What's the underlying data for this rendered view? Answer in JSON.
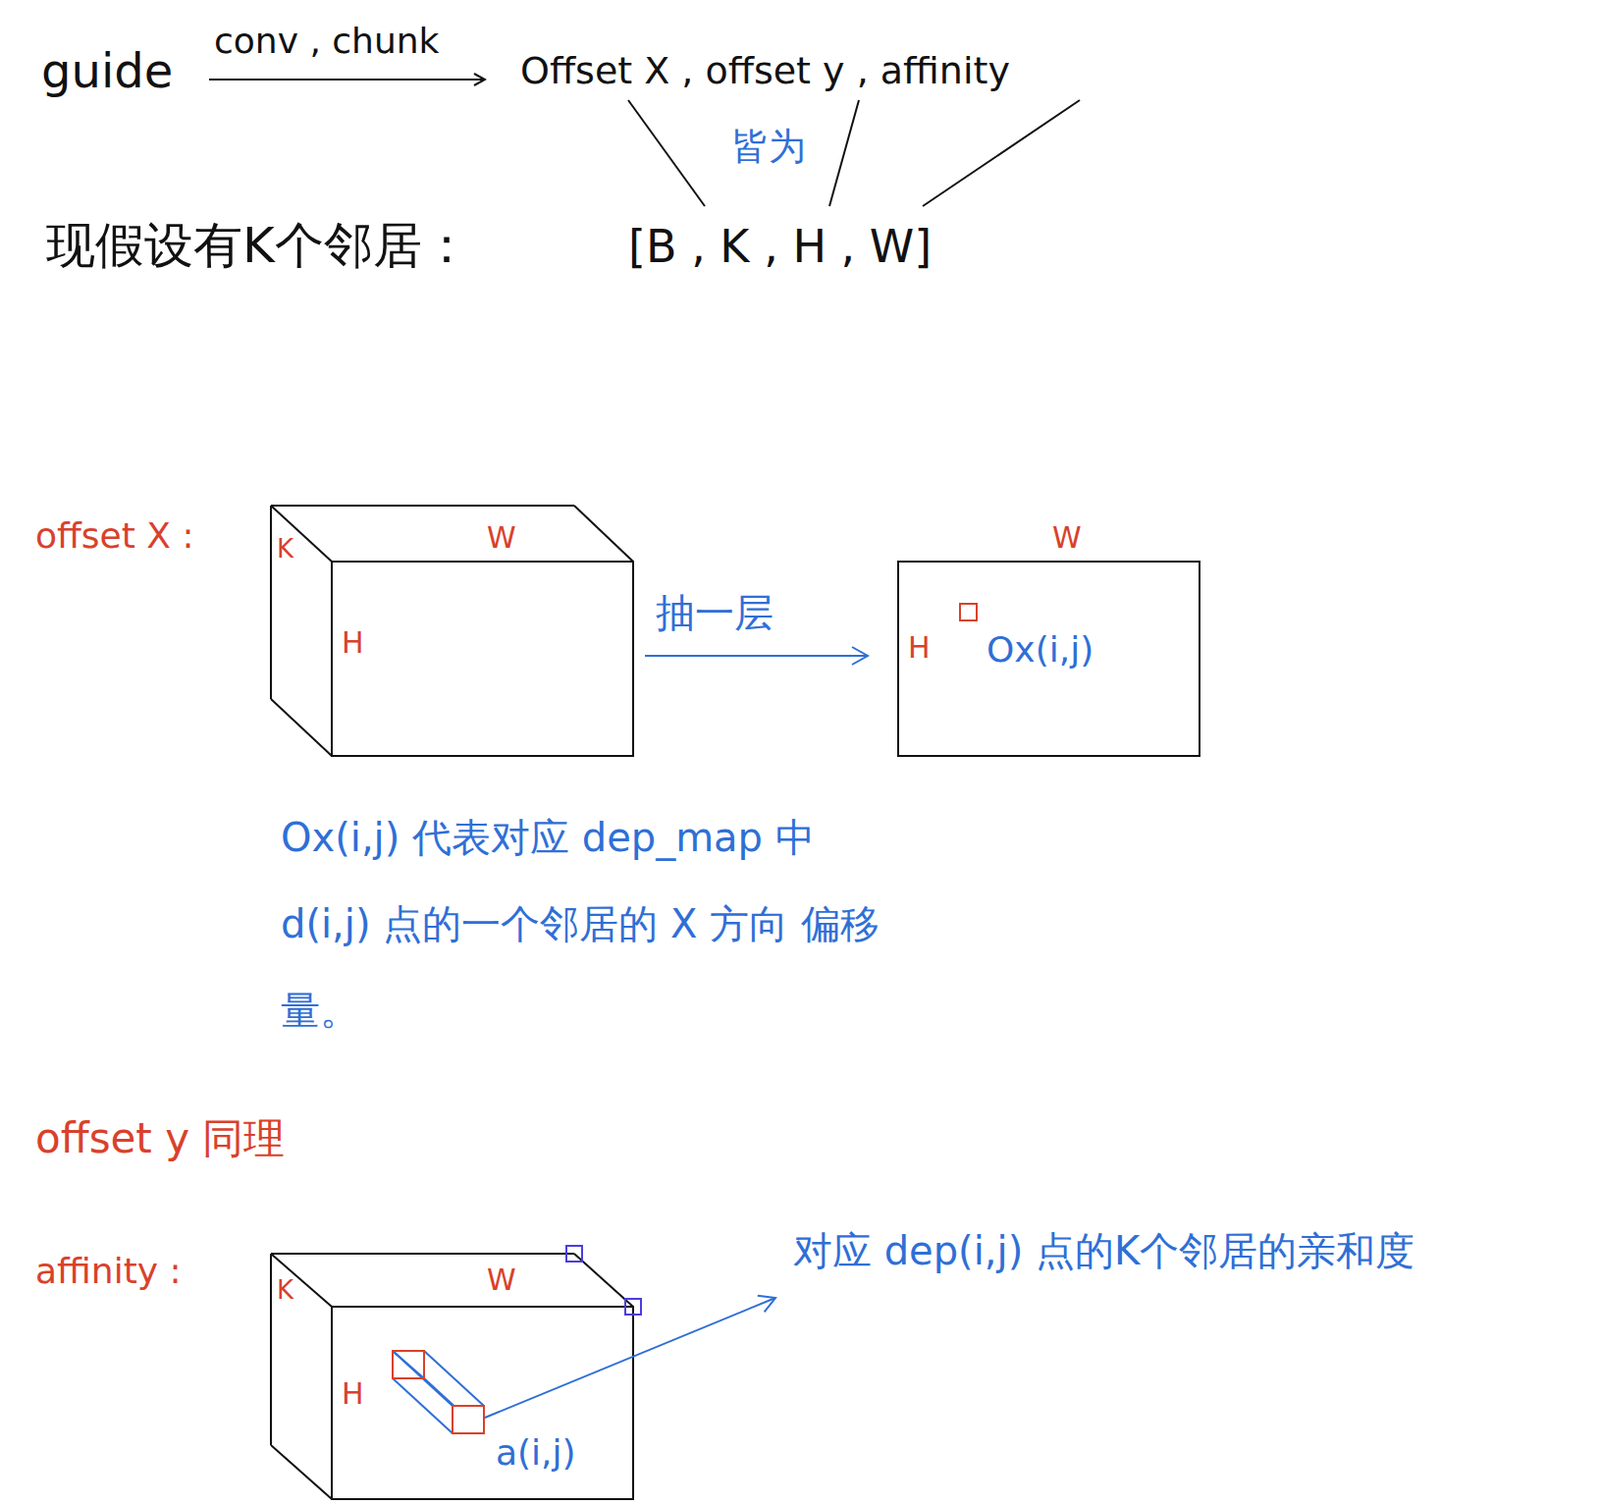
{
  "diagram": {
    "labels": [
      "guide",
      "conv , chunk",
      "Offset X , offset y , affinity",
      "皆为",
      "现假设有K个邻居：",
      "[B , K , H , W]",
      "offset X :",
      "K",
      "W",
      "H",
      "抽一层",
      "W",
      "H",
      "Ox(i,j)",
      "Ox(i,j) 代表对应 dep_map 中 d(i,j) 点的一个邻居的 X 方向 偏移量。",
      "offset y 同理",
      "affinity :",
      "K",
      "W",
      "H",
      "a(i,j)",
      "对应 dep(i,j) 点的K个邻居的亲和度"
    ]
  }
}
